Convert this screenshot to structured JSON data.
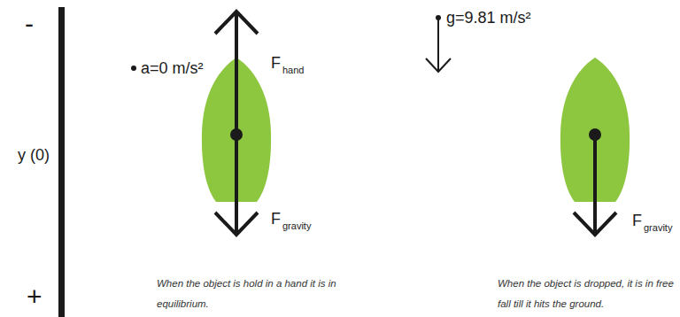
{
  "diagram": {
    "labels": [
      "-",
      "y (0)",
      "+",
      "a=0 m/s²",
      "F",
      "hand",
      "F",
      "gravity",
      "When the object is hold in a hand it is in equilibrium.",
      "g=9.81 m/s²",
      "F",
      "gravity",
      "When the object is dropped, it is in free fall till it hits the ground."
    ]
  }
}
